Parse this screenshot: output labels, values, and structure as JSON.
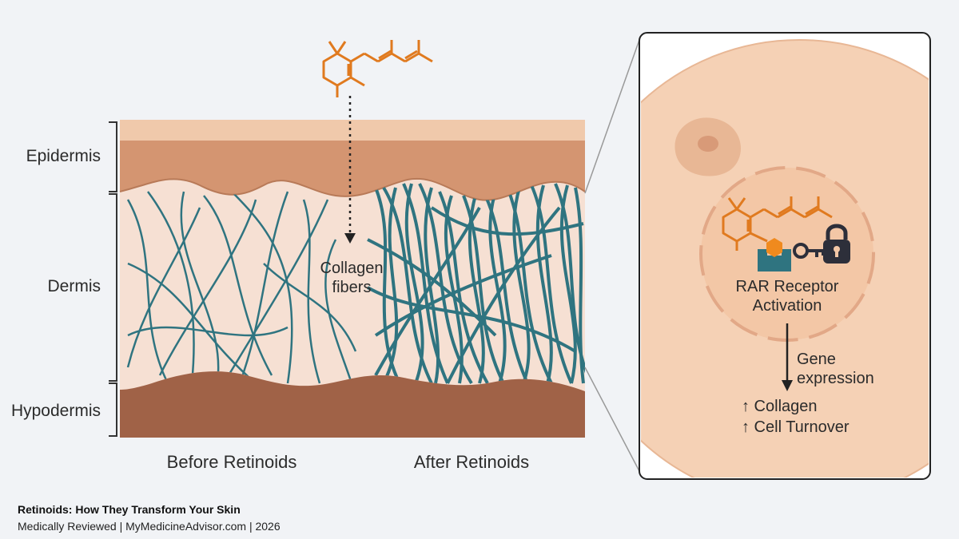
{
  "layers": {
    "epidermis": "Epidermis",
    "dermis": "Dermis",
    "hypodermis": "Hypodermis"
  },
  "annotation": {
    "collagen_line1": "Collagen",
    "collagen_line2": "fibers"
  },
  "captions": {
    "before": "Before Retinoids",
    "after": "After Retinoids"
  },
  "cell": {
    "receptor_line1": "RAR Receptor",
    "receptor_line2": "Activation",
    "gene_line1": "Gene",
    "gene_line2": "expression",
    "effect1": "↑ Collagen",
    "effect2": "↑ Cell Turnover"
  },
  "footer": {
    "title": "Retinoids: How They Transform Your Skin",
    "subtitle": "Medically Reviewed | MyMedicineAdvisor.com | 2026"
  },
  "colors": {
    "molecule": "#e07a1f",
    "fiber": "#2f7480",
    "epidermis": "#d49571",
    "dermis": "#f6e0d3",
    "hypodermis": "#a06247",
    "cell": "#f5d1b5"
  },
  "icons": [
    "retinoid-molecule-icon",
    "key-icon",
    "padlock-icon",
    "receptor-icon"
  ]
}
